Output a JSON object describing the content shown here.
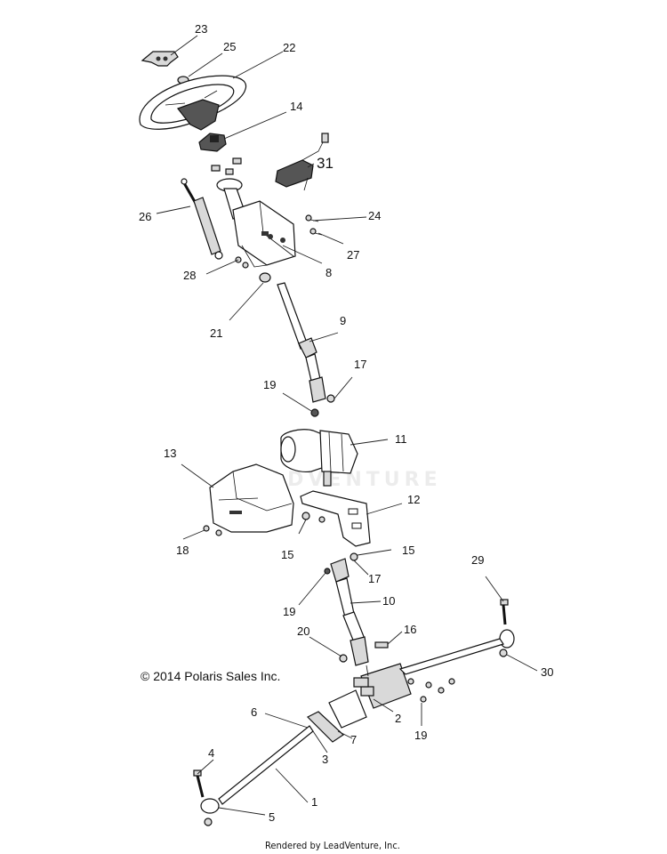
{
  "copyright": "© 2014 Polaris Sales Inc.",
  "footer": "Rendered by LeadVenture, Inc.",
  "watermark": "LEADVENTURE",
  "callouts": [
    {
      "id": "c23",
      "label": "23"
    },
    {
      "id": "c25",
      "label": "25"
    },
    {
      "id": "c22",
      "label": "22"
    },
    {
      "id": "c14",
      "label": "14"
    },
    {
      "id": "c31",
      "label": "31"
    },
    {
      "id": "c26",
      "label": "26"
    },
    {
      "id": "c24",
      "label": "24"
    },
    {
      "id": "c27",
      "label": "27"
    },
    {
      "id": "c28",
      "label": "28"
    },
    {
      "id": "c8",
      "label": "8"
    },
    {
      "id": "c21",
      "label": "21"
    },
    {
      "id": "c9",
      "label": "9"
    },
    {
      "id": "c17a",
      "label": "17"
    },
    {
      "id": "c19a",
      "label": "19"
    },
    {
      "id": "c11",
      "label": "11"
    },
    {
      "id": "c13",
      "label": "13"
    },
    {
      "id": "c12",
      "label": "12"
    },
    {
      "id": "c15a",
      "label": "15"
    },
    {
      "id": "c15b",
      "label": "15"
    },
    {
      "id": "c18",
      "label": "18"
    },
    {
      "id": "c17b",
      "label": "17"
    },
    {
      "id": "c29",
      "label": "29"
    },
    {
      "id": "c19b",
      "label": "19"
    },
    {
      "id": "c10",
      "label": "10"
    },
    {
      "id": "c20",
      "label": "20"
    },
    {
      "id": "c16",
      "label": "16"
    },
    {
      "id": "c30",
      "label": "30"
    },
    {
      "id": "c2",
      "label": "2"
    },
    {
      "id": "c19c",
      "label": "19"
    },
    {
      "id": "c6",
      "label": "6"
    },
    {
      "id": "c7",
      "label": "7"
    },
    {
      "id": "c3",
      "label": "3"
    },
    {
      "id": "c4",
      "label": "4"
    },
    {
      "id": "c1",
      "label": "1"
    },
    {
      "id": "c5",
      "label": "5"
    }
  ]
}
